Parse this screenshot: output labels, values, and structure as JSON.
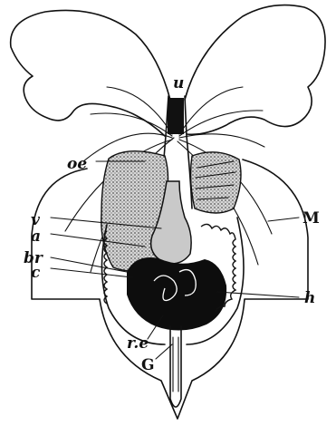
{
  "figure": {
    "labels": {
      "u": "u",
      "oe": "oe",
      "v": "v",
      "a": "a",
      "br": "br",
      "c": "c",
      "M": "M",
      "h": "h",
      "re": "r.e",
      "G": "G"
    },
    "colors": {
      "ink": "#111111",
      "stipple": "#9a9a9a",
      "dark_mass": "#0d0d0d",
      "background": "#ffffff"
    }
  }
}
